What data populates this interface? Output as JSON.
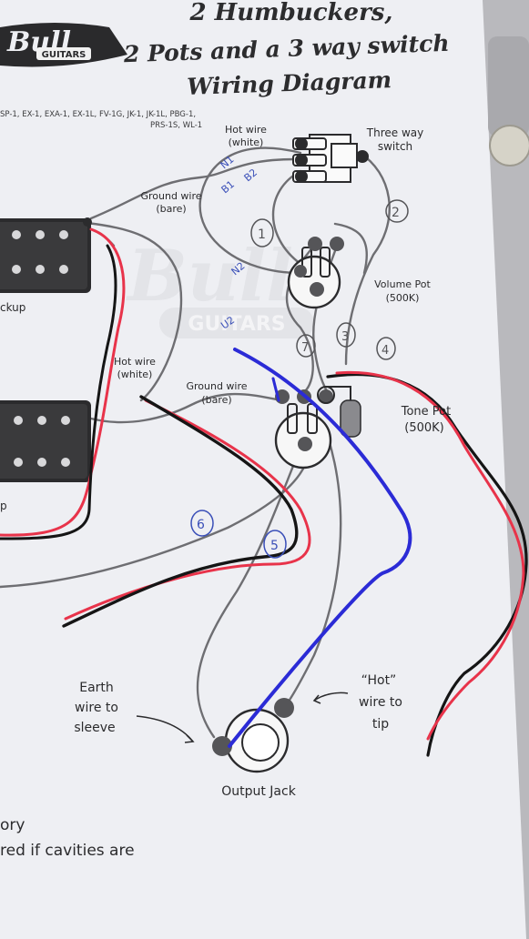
{
  "title": {
    "line1": "2 Humbuckers,",
    "line2": "2 Pots and a 3 way switch",
    "line3": "Wiring Diagram"
  },
  "models": {
    "line1": "SP-1, EX-1, EXA-1, EX-1L, FV-1G, JK-1, JK-1L, PBG-1,",
    "line2": "PRS-1S, WL-1"
  },
  "brand": {
    "logo_top": "Bull",
    "logo_bottom": "GUITARS",
    "watermark": "Bull",
    "watermark_sub": "GUITARS"
  },
  "labels": {
    "hot_wire_top": "Hot wire",
    "hot_wire_top_sub": "(white)",
    "three_way": "Three way",
    "three_way_sub": "switch",
    "ground_wire_top": "Ground wire",
    "ground_wire_top_sub": "(bare)",
    "volume_pot": "Volume Pot",
    "volume_pot_sub": "(500K)",
    "pickup_top": "ckup",
    "hot_wire_mid": "Hot wire",
    "hot_wire_mid_sub": "(white)",
    "ground_wire_mid": "Ground wire",
    "ground_wire_mid_sub": "(bare)",
    "tone_pot": "Tone Pot",
    "tone_pot_sub": "(500K)",
    "pickup_bottom": "p",
    "earth_1": "Earth",
    "earth_2": "wire to",
    "earth_3": "sleeve",
    "hot_tip_1": "“Hot”",
    "hot_tip_2": "wire to",
    "hot_tip_3": "tip",
    "output_jack": "Output Jack",
    "footer_1": "ory",
    "footer_2": "red if cavities are"
  },
  "marks": {
    "n1": "1",
    "n2": "2",
    "n3": "3",
    "n4": "4",
    "n5": "5",
    "n6": "6",
    "n7": "7",
    "mark_n1": "N1",
    "mark_b1": "B1",
    "mark_b2": "B2",
    "mark_n2": "N2",
    "mark_u": "U2"
  },
  "colors": {
    "paper": "#eeeff3",
    "background": "#b9b9bd",
    "wire_grey": "#6e6e72",
    "wire_red": "#e8334a",
    "wire_blue": "#2b2bd6",
    "wire_black": "#151515",
    "hand_blue": "#3a4fb8"
  }
}
